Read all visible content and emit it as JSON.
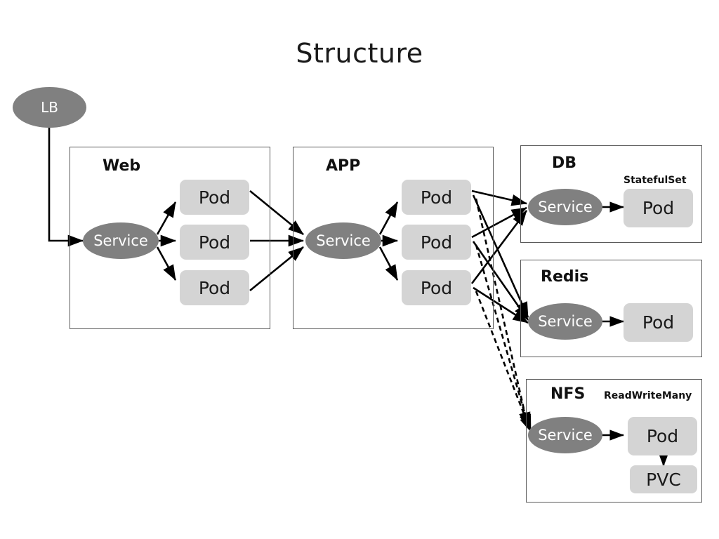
{
  "title": "Structure",
  "colors": {
    "service_fill": "#808080",
    "pod_fill": "#d4d4d4",
    "cluster_border": "#5a5a5a",
    "edge": "#000000",
    "service_text": "#ffffff",
    "background": "#ffffff"
  },
  "external": {
    "load_balancer": {
      "label": "LB",
      "shape": "ellipse"
    }
  },
  "clusters": [
    {
      "id": "web",
      "label": "Web",
      "service": {
        "label": "Service"
      },
      "pods": [
        {
          "label": "Pod"
        },
        {
          "label": "Pod"
        },
        {
          "label": "Pod"
        }
      ],
      "annotation": ""
    },
    {
      "id": "app",
      "label": "APP",
      "service": {
        "label": "Service"
      },
      "pods": [
        {
          "label": "Pod"
        },
        {
          "label": "Pod"
        },
        {
          "label": "Pod"
        }
      ],
      "annotation": ""
    },
    {
      "id": "db",
      "label": "DB",
      "service": {
        "label": "Service"
      },
      "pods": [
        {
          "label": "Pod"
        }
      ],
      "annotation": "StatefulSet"
    },
    {
      "id": "redis",
      "label": "Redis",
      "service": {
        "label": "Service"
      },
      "pods": [
        {
          "label": "Pod"
        }
      ],
      "annotation": ""
    },
    {
      "id": "nfs",
      "label": "NFS",
      "service": {
        "label": "Service"
      },
      "pods": [
        {
          "label": "Pod"
        }
      ],
      "volume": {
        "label": "PVC"
      },
      "annotation": "ReadWriteMany"
    }
  ],
  "edges": {
    "solid_description": "solid arrow",
    "dashed_description": "dashed arrow"
  }
}
